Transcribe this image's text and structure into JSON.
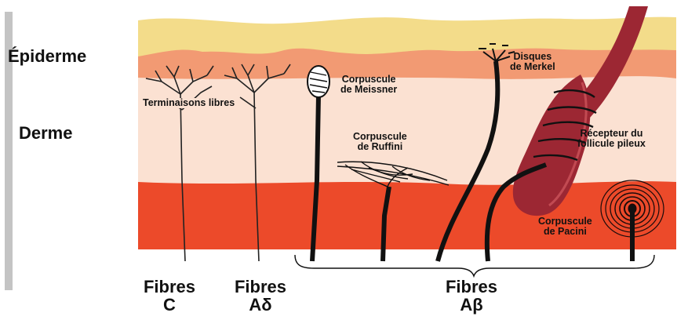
{
  "layers": {
    "epidermis": "Épiderme",
    "dermis": "Derme"
  },
  "receptors": {
    "free_endings": "Terminaisons libres",
    "meissner": [
      "Corpuscule",
      "de Meissner"
    ],
    "ruffini": [
      "Corpuscule",
      "de Ruffini"
    ],
    "merkel": [
      "Disques",
      "de Merkel"
    ],
    "hair_follicle": [
      "Récepteur du",
      "follicule pileux"
    ],
    "pacini": [
      "Corpuscule",
      "de Pacini"
    ]
  },
  "fibers": {
    "c": [
      "Fibres",
      "C"
    ],
    "a_delta": [
      "Fibres",
      "Aδ"
    ],
    "a_beta": [
      "Fibres",
      "Aβ"
    ]
  },
  "colors": {
    "surface": "#f3dc8a",
    "epidermis": "#f29a73",
    "upper_dermis": "#fbe1d2",
    "deep_dermis": "#ec4a2a",
    "hair": "#9c2733",
    "side_bar": "#c4c4c4"
  }
}
